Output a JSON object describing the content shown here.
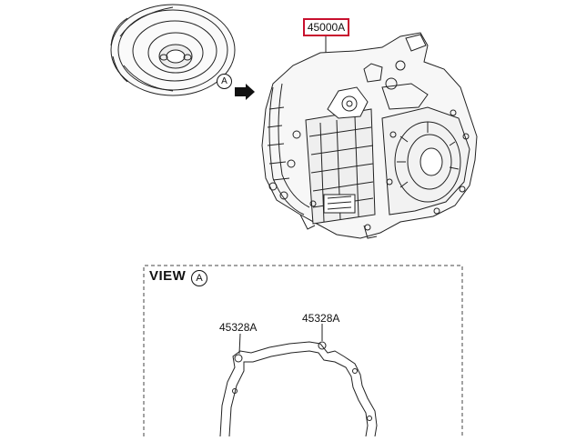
{
  "diagram": {
    "part_number": "45000A",
    "view_arrow_letter": "A",
    "view_section": {
      "title": "VIEW",
      "letter": "A",
      "gasket_labels": [
        "45328A",
        "45328A"
      ]
    }
  }
}
